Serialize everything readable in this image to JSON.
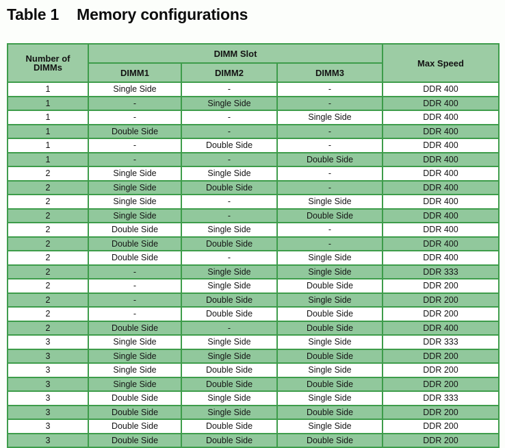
{
  "title": {
    "label": "Table 1",
    "text": "Memory configurations"
  },
  "colors": {
    "border": "#3d9c4a",
    "header_fill": "#9ccca4",
    "row_shade": "#91c89c",
    "row_plain": "#ffffff",
    "page_background": "#fcfefb",
    "text": "#131313"
  },
  "table": {
    "group_header": "DIMM Slot",
    "headers": {
      "count_line1": "Number of",
      "count_line2": "DIMMs",
      "dimm1": "DIMM1",
      "dimm2": "DIMM2",
      "dimm3": "DIMM3",
      "max_speed": "Max Speed"
    },
    "columns": [
      "Number of DIMMs",
      "DIMM1",
      "DIMM2",
      "DIMM3",
      "Max Speed"
    ],
    "rows": [
      {
        "count": "1",
        "dimm1": "Single Side",
        "dimm2": "-",
        "dimm3": "-",
        "speed": "DDR 400",
        "shade": false
      },
      {
        "count": "1",
        "dimm1": "-",
        "dimm2": "Single Side",
        "dimm3": "-",
        "speed": "DDR 400",
        "shade": true
      },
      {
        "count": "1",
        "dimm1": "-",
        "dimm2": "-",
        "dimm3": "Single Side",
        "speed": "DDR 400",
        "shade": false
      },
      {
        "count": "1",
        "dimm1": "Double Side",
        "dimm2": "-",
        "dimm3": "-",
        "speed": "DDR 400",
        "shade": true
      },
      {
        "count": "1",
        "dimm1": "-",
        "dimm2": "Double Side",
        "dimm3": "-",
        "speed": "DDR 400",
        "shade": false
      },
      {
        "count": "1",
        "dimm1": "-",
        "dimm2": "-",
        "dimm3": "Double Side",
        "speed": "DDR 400",
        "shade": true
      },
      {
        "count": "2",
        "dimm1": "Single Side",
        "dimm2": "Single Side",
        "dimm3": "-",
        "speed": "DDR 400",
        "shade": false
      },
      {
        "count": "2",
        "dimm1": "Single Side",
        "dimm2": "Double Side",
        "dimm3": "-",
        "speed": "DDR 400",
        "shade": true
      },
      {
        "count": "2",
        "dimm1": "Single Side",
        "dimm2": "-",
        "dimm3": "Single Side",
        "speed": "DDR 400",
        "shade": false
      },
      {
        "count": "2",
        "dimm1": "Single Side",
        "dimm2": "-",
        "dimm3": "Double Side",
        "speed": "DDR 400",
        "shade": true
      },
      {
        "count": "2",
        "dimm1": "Double Side",
        "dimm2": "Single Side",
        "dimm3": "-",
        "speed": "DDR 400",
        "shade": false
      },
      {
        "count": "2",
        "dimm1": "Double Side",
        "dimm2": "Double Side",
        "dimm3": "-",
        "speed": "DDR 400",
        "shade": true
      },
      {
        "count": "2",
        "dimm1": "Double Side",
        "dimm2": "-",
        "dimm3": "Single Side",
        "speed": "DDR 400",
        "shade": false
      },
      {
        "count": "2",
        "dimm1": "-",
        "dimm2": "Single Side",
        "dimm3": "Single Side",
        "speed": "DDR 333",
        "shade": true
      },
      {
        "count": "2",
        "dimm1": "-",
        "dimm2": "Single Side",
        "dimm3": "Double Side",
        "speed": "DDR 200",
        "shade": false
      },
      {
        "count": "2",
        "dimm1": "-",
        "dimm2": "Double Side",
        "dimm3": "Single Side",
        "speed": "DDR 200",
        "shade": true
      },
      {
        "count": "2",
        "dimm1": "-",
        "dimm2": "Double Side",
        "dimm3": "Double Side",
        "speed": "DDR 200",
        "shade": false
      },
      {
        "count": "2",
        "dimm1": "Double Side",
        "dimm2": "-",
        "dimm3": "Double Side",
        "speed": "DDR 400",
        "shade": true
      },
      {
        "count": "3",
        "dimm1": "Single Side",
        "dimm2": "Single Side",
        "dimm3": "Single Side",
        "speed": "DDR 333",
        "shade": false
      },
      {
        "count": "3",
        "dimm1": "Single Side",
        "dimm2": "Single Side",
        "dimm3": "Double Side",
        "speed": "DDR 200",
        "shade": true
      },
      {
        "count": "3",
        "dimm1": "Single Side",
        "dimm2": "Double Side",
        "dimm3": "Single Side",
        "speed": "DDR 200",
        "shade": false
      },
      {
        "count": "3",
        "dimm1": "Single Side",
        "dimm2": "Double Side",
        "dimm3": "Double Side",
        "speed": "DDR 200",
        "shade": true
      },
      {
        "count": "3",
        "dimm1": "Double Side",
        "dimm2": "Single Side",
        "dimm3": "Single Side",
        "speed": "DDR 333",
        "shade": false
      },
      {
        "count": "3",
        "dimm1": "Double Side",
        "dimm2": "Single Side",
        "dimm3": "Double Side",
        "speed": "DDR 200",
        "shade": true
      },
      {
        "count": "3",
        "dimm1": "Double Side",
        "dimm2": "Double Side",
        "dimm3": "Single Side",
        "speed": "DDR 200",
        "shade": false
      },
      {
        "count": "3",
        "dimm1": "Double Side",
        "dimm2": "Double Side",
        "dimm3": "Double Side",
        "speed": "DDR 200",
        "shade": true
      }
    ]
  }
}
